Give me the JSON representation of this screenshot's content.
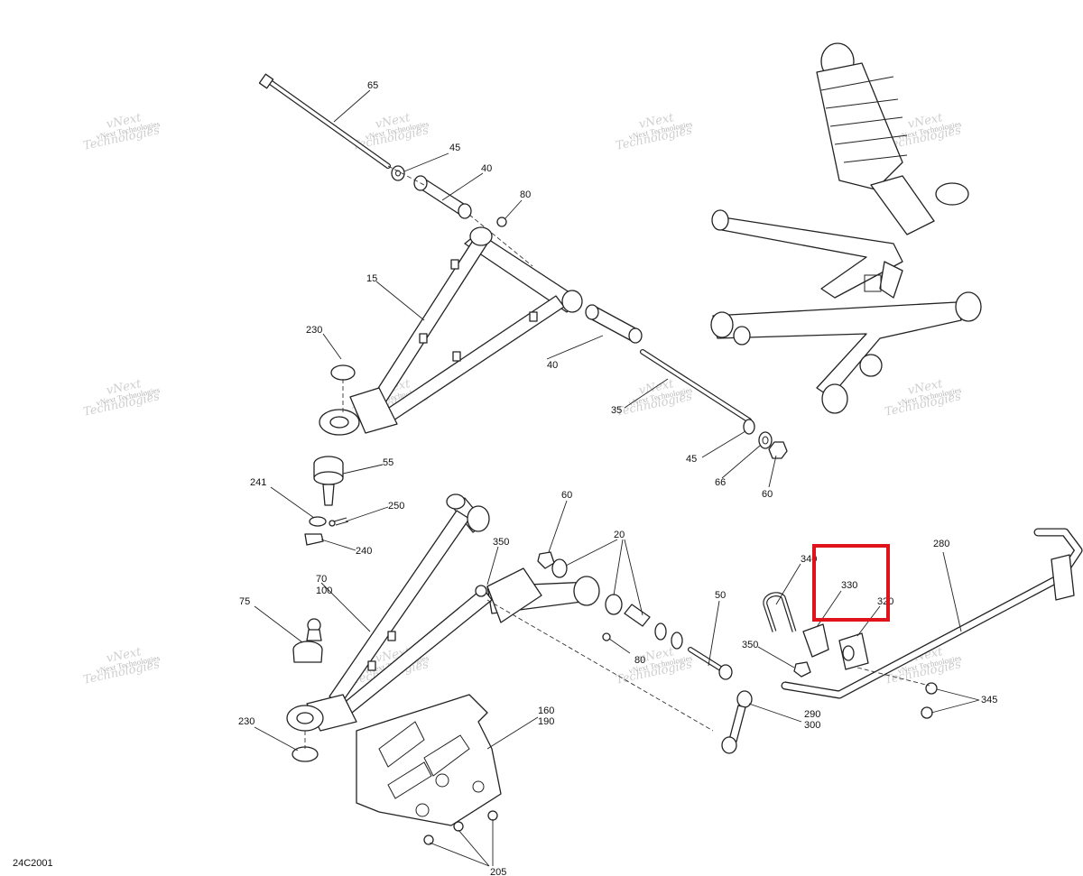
{
  "diagram_code": "24C2001",
  "watermark": {
    "line1": "vNext",
    "line2": "Technologies",
    "line3": "vNext Technologies"
  },
  "highlight": {
    "color": "#e0121a",
    "label": "330"
  },
  "callouts": [
    {
      "id": "c65",
      "text": "65"
    },
    {
      "id": "c45a",
      "text": "45"
    },
    {
      "id": "c40a",
      "text": "40"
    },
    {
      "id": "c80a",
      "text": "80"
    },
    {
      "id": "c15",
      "text": "15"
    },
    {
      "id": "c230a",
      "text": "230"
    },
    {
      "id": "c40b",
      "text": "40"
    },
    {
      "id": "c35",
      "text": "35"
    },
    {
      "id": "c45b",
      "text": "45"
    },
    {
      "id": "c66",
      "text": "66"
    },
    {
      "id": "c60a",
      "text": "60"
    },
    {
      "id": "c55",
      "text": "55"
    },
    {
      "id": "c241",
      "text": "241"
    },
    {
      "id": "c250",
      "text": "250"
    },
    {
      "id": "c240",
      "text": "240"
    },
    {
      "id": "c60b",
      "text": "60"
    },
    {
      "id": "c20",
      "text": "20"
    },
    {
      "id": "c350a",
      "text": "350"
    },
    {
      "id": "c70",
      "text": "70"
    },
    {
      "id": "c100",
      "text": "100"
    },
    {
      "id": "c75",
      "text": "75"
    },
    {
      "id": "c50",
      "text": "50"
    },
    {
      "id": "c80b",
      "text": "80"
    },
    {
      "id": "c230b",
      "text": "230"
    },
    {
      "id": "c160",
      "text": "160"
    },
    {
      "id": "c190",
      "text": "190"
    },
    {
      "id": "c205",
      "text": "205"
    },
    {
      "id": "c340",
      "text": "340"
    },
    {
      "id": "c330",
      "text": "330"
    },
    {
      "id": "c320",
      "text": "320"
    },
    {
      "id": "c280",
      "text": "280"
    },
    {
      "id": "c350b",
      "text": "350"
    },
    {
      "id": "c290",
      "text": "290"
    },
    {
      "id": "c300",
      "text": "300"
    },
    {
      "id": "c345",
      "text": "345"
    }
  ]
}
